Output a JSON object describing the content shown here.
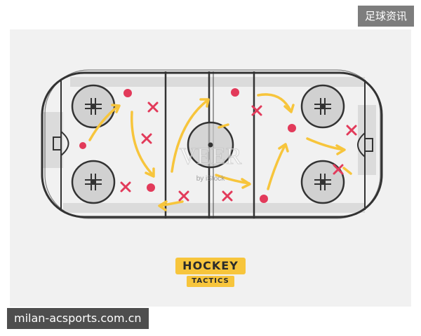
{
  "header": {
    "badge_text": "足球资讯"
  },
  "footer": {
    "site_text": "milan-acsports.com.cn"
  },
  "image": {
    "title": "HOCKEY",
    "subtitle": "TACTICS",
    "watermark": {
      "brand": "VEER",
      "byline": "by iStock"
    }
  },
  "colors": {
    "accent_yellow": "#f7c53c",
    "marker_red": "#e23a5a",
    "line_dark": "#333333",
    "shade_grey": "#c9c9c9"
  }
}
